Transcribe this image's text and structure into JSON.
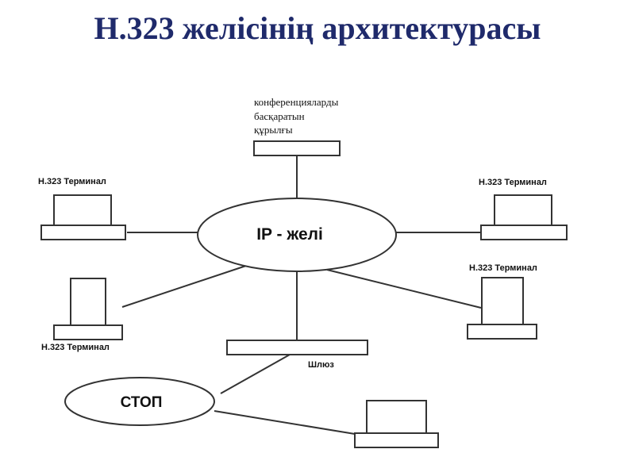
{
  "title": "Н.323 желісінің архитектурасы",
  "diagram": {
    "network_label": "IP - желі",
    "conference_device_lines": [
      "конференцияларды",
      "басқаратын",
      "құрылғы"
    ],
    "terminal_label": "Н.323  Терминал",
    "gateway_label": "Шлюз",
    "pstn_label": "СТОП"
  }
}
